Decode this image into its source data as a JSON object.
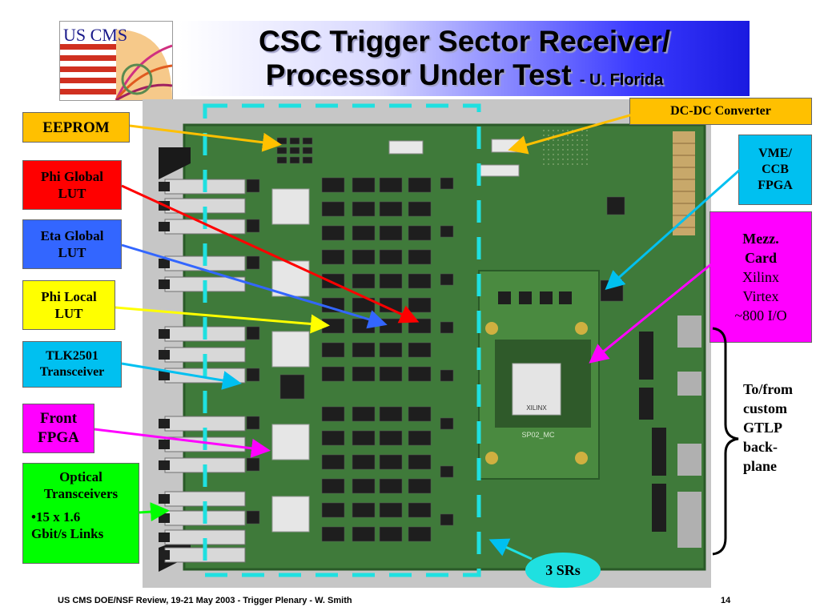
{
  "header": {
    "logo_text": "US CMS",
    "title_line1": "CSC Trigger Sector Receiver/",
    "title_line2": "Processor Under Test",
    "title_suffix": "- U. Florida"
  },
  "callouts": {
    "eeprom": "EEPROM",
    "dcdc": "DC-DC Converter",
    "phi_global_l1": "Phi Global",
    "phi_global_l2": "LUT",
    "eta_global_l1": "Eta Global",
    "eta_global_l2": "LUT",
    "phi_local_l1": "Phi Local",
    "phi_local_l2": "LUT",
    "tlk_l1": "TLK2501",
    "tlk_l2": "Transceiver",
    "front_l1": "Front",
    "front_l2": "FPGA",
    "optical_l1": "Optical",
    "optical_l2": "Transceivers",
    "links_l1": "•15 x 1.6",
    "links_l2": "Gbit/s Links",
    "vme_l1": "VME/",
    "vme_l2": "CCB",
    "vme_l3": "FPGA",
    "mezz_l1": "Mezz.",
    "mezz_l2": "Card",
    "mezz_l3": "Xilinx",
    "mezz_l4": "Virtex",
    "mezz_l5": "~800 I/O",
    "gtlp_l1": "To/from",
    "gtlp_l2": "custom",
    "gtlp_l3": "GTLP",
    "gtlp_l4": "back-",
    "gtlp_l5": "plane",
    "srs": "3 SRs"
  },
  "board_text": {
    "mezz_label": "SP02_MC",
    "chip_brand": "XILINX"
  },
  "footer": {
    "left": "US CMS DOE/NSF Review, 19-21 May 2003 - Trigger Plenary - W. Smith",
    "page": "14"
  },
  "colors": {
    "orange": "#ffc000",
    "red": "#ff0000",
    "blue": "#3366ff",
    "yellow": "#ffff00",
    "cyan": "#00c0f0",
    "magenta": "#ff00ff",
    "green": "#00ff00",
    "dashed": "#1fe0e0",
    "pcb": "#3f7a3a"
  }
}
